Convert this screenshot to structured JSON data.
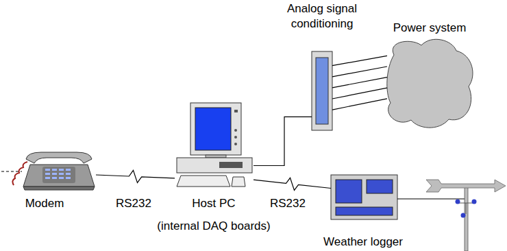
{
  "diagram": {
    "nodes": [
      {
        "text": [
          "Modem"
        ]
      },
      {
        "text": [
          "Host PC",
          "(internal DAQ boards)"
        ]
      },
      {
        "text": [
          "Analog signal conditioning"
        ]
      },
      {
        "text": [
          "Power system"
        ]
      },
      {
        "text": [
          "Weather logger"
        ]
      }
    ],
    "edges": [
      {
        "from": 0,
        "to": 1,
        "label": "RS232",
        "arrow": "none"
      },
      {
        "from": 1,
        "to": 2,
        "arrow": "none"
      },
      {
        "from": 2,
        "to": 3,
        "arrow": "none"
      },
      {
        "from": 1,
        "to": 4,
        "label": "RS232",
        "arrow": "none"
      }
    ]
  }
}
